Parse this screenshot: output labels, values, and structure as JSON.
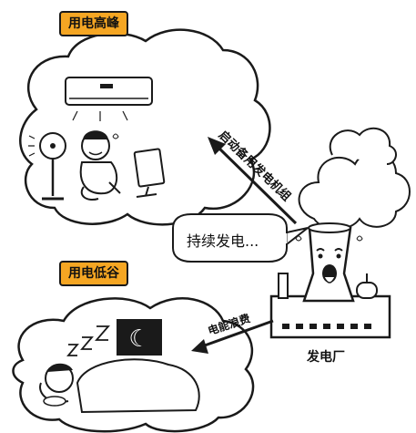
{
  "peak": {
    "label": "用电高峰"
  },
  "valley": {
    "label": "用电低谷"
  },
  "plant": {
    "label": "发电厂",
    "speech": "持续发电..."
  },
  "arrows": {
    "to_peak": "启动备用发电机组",
    "to_valley": "电能浪费"
  },
  "moon_symbol": "☾",
  "colors": {
    "tag": "#f5a623",
    "ink": "#1a1a1a",
    "paper": "#ffffff"
  }
}
